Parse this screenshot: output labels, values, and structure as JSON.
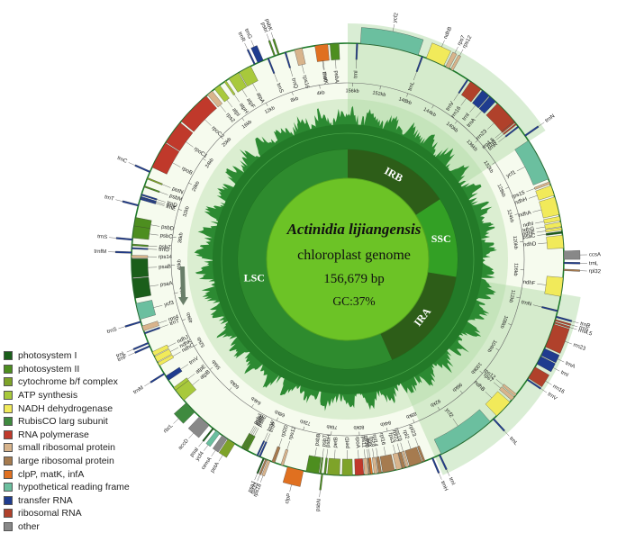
{
  "genome": {
    "species": "Actinidia lijiangensis",
    "description": "chloroplast genome",
    "length": "156,679 bp",
    "gc": "GC:37%",
    "total_bp": 156679
  },
  "regions": [
    {
      "label": "LSC",
      "start": 0,
      "end": 88700,
      "color": "#2e8b2e"
    },
    {
      "label": "IRA",
      "start": 88700,
      "end": 113500,
      "color": "#2d5d18"
    },
    {
      "label": "SSC",
      "start": 113500,
      "end": 131900,
      "color": "#33a025"
    },
    {
      "label": "IRB",
      "start": 131900,
      "end": 156679,
      "color": "#2d5d18"
    }
  ],
  "ticks": [
    "4kb",
    "8kb",
    "12kb",
    "16kb",
    "20kb",
    "24kb",
    "28kb",
    "32kb",
    "36kb",
    "40kb",
    "44kb",
    "48kb",
    "52kb",
    "56kb",
    "60kb",
    "64kb",
    "68kb",
    "72kb",
    "76kb",
    "80kb",
    "84kb",
    "88kb",
    "92kb",
    "96kb",
    "100kb",
    "104kb",
    "108kb",
    "112kb",
    "116kb",
    "120kb",
    "124kb",
    "128kb",
    "132kb",
    "136kb",
    "140kb",
    "144kb",
    "148kb",
    "152kb",
    "156kb"
  ],
  "legend": [
    {
      "label": "photosystem I",
      "color": "#1a5e1a"
    },
    {
      "label": "photosystem II",
      "color": "#4d8e1f"
    },
    {
      "label": "cytochrome b/f complex",
      "color": "#7ea329"
    },
    {
      "label": "ATP synthesis",
      "color": "#a8c93b"
    },
    {
      "label": "NADH dehydrogenase",
      "color": "#f1ea5a"
    },
    {
      "label": "RubisCO larg subunit",
      "color": "#3f8a3f"
    },
    {
      "label": "RNA polymerase",
      "color": "#c0392b"
    },
    {
      "label": "small ribosomal protein",
      "color": "#d8b48c"
    },
    {
      "label": "large ribosomal protein",
      "color": "#a67b4f"
    },
    {
      "label": "clpP, matK, infA",
      "color": "#e07020"
    },
    {
      "label": "hypothetical reading frame",
      "color": "#6bbf9f"
    },
    {
      "label": "transfer RNA",
      "color": "#1f3c8f"
    },
    {
      "label": "ribosomal RNA",
      "color": "#b0412b"
    },
    {
      "label": "other",
      "color": "#888888"
    }
  ],
  "genes": [
    {
      "name": "psbA",
      "pos": 1000,
      "len": 1050,
      "cat": 1,
      "out": false
    },
    {
      "name": "trnK",
      "pos": 3000,
      "len": 300,
      "cat": 11,
      "out": false
    },
    {
      "name": "matK",
      "pos": 2300,
      "len": 1500,
      "cat": 9,
      "out": false
    },
    {
      "name": "rps16",
      "pos": 5300,
      "len": 900,
      "cat": 7,
      "out": false
    },
    {
      "name": "trnQ",
      "pos": 7200,
      "len": 80,
      "cat": 11,
      "out": false
    },
    {
      "name": "psbK",
      "pos": 8000,
      "len": 200,
      "cat": 1,
      "out": true
    },
    {
      "name": "psbI",
      "pos": 8500,
      "len": 150,
      "cat": 1,
      "out": true
    },
    {
      "name": "trnS",
      "pos": 9300,
      "len": 90,
      "cat": 11,
      "out": false
    },
    {
      "name": "trnG",
      "pos": 10000,
      "len": 700,
      "cat": 11,
      "out": true
    },
    {
      "name": "trnR",
      "pos": 11000,
      "len": 80,
      "cat": 11,
      "out": true
    },
    {
      "name": "atpA",
      "pos": 11600,
      "len": 1500,
      "cat": 3,
      "out": false
    },
    {
      "name": "atpF",
      "pos": 13200,
      "len": 1300,
      "cat": 3,
      "out": false
    },
    {
      "name": "atpH",
      "pos": 14900,
      "len": 250,
      "cat": 3,
      "out": false
    },
    {
      "name": "atpI",
      "pos": 15800,
      "len": 750,
      "cat": 3,
      "out": false
    },
    {
      "name": "rps2",
      "pos": 16900,
      "len": 700,
      "cat": 7,
      "out": false
    },
    {
      "name": "rpoC2",
      "pos": 17800,
      "len": 4100,
      "cat": 6,
      "out": false
    },
    {
      "name": "rpoC1",
      "pos": 22100,
      "len": 2800,
      "cat": 6,
      "out": false
    },
    {
      "name": "rpoB",
      "pos": 25000,
      "len": 3200,
      "cat": 6,
      "out": false
    },
    {
      "name": "trnC",
      "pos": 28700,
      "len": 80,
      "cat": 11,
      "out": true
    },
    {
      "name": "petN",
      "pos": 29500,
      "len": 100,
      "cat": 2,
      "out": false
    },
    {
      "name": "psbM",
      "pos": 30500,
      "len": 120,
      "cat": 1,
      "out": false
    },
    {
      "name": "trnD",
      "pos": 31500,
      "len": 80,
      "cat": 11,
      "out": false
    },
    {
      "name": "trnY",
      "pos": 31800,
      "len": 80,
      "cat": 11,
      "out": false
    },
    {
      "name": "trnE",
      "pos": 32000,
      "len": 80,
      "cat": 11,
      "out": false
    },
    {
      "name": "trnT",
      "pos": 32800,
      "len": 80,
      "cat": 11,
      "out": true
    },
    {
      "name": "psbD",
      "pos": 34300,
      "len": 1100,
      "cat": 1,
      "out": false
    },
    {
      "name": "psbC",
      "pos": 35300,
      "len": 1400,
      "cat": 1,
      "out": false
    },
    {
      "name": "trnS",
      "pos": 36800,
      "len": 90,
      "cat": 11,
      "out": true
    },
    {
      "name": "psbZ",
      "pos": 37400,
      "len": 200,
      "cat": 1,
      "out": false
    },
    {
      "name": "trnG",
      "pos": 37800,
      "len": 80,
      "cat": 11,
      "out": false
    },
    {
      "name": "trnfM",
      "pos": 38300,
      "len": 80,
      "cat": 11,
      "out": true
    },
    {
      "name": "rps14",
      "pos": 38700,
      "len": 300,
      "cat": 7,
      "out": false
    },
    {
      "name": "psaB",
      "pos": 39100,
      "len": 2200,
      "cat": 0,
      "out": false
    },
    {
      "name": "psaA",
      "pos": 41400,
      "len": 2300,
      "cat": 0,
      "out": false
    },
    {
      "name": "ycf3",
      "pos": 44300,
      "len": 1900,
      "cat": 10,
      "out": false
    },
    {
      "name": "trnS",
      "pos": 46400,
      "len": 90,
      "cat": 11,
      "out": true
    },
    {
      "name": "rps4",
      "pos": 47000,
      "len": 600,
      "cat": 7,
      "out": false
    },
    {
      "name": "trnT",
      "pos": 47800,
      "len": 80,
      "cat": 11,
      "out": false
    },
    {
      "name": "trnL",
      "pos": 49000,
      "len": 80,
      "cat": 11,
      "out": true
    },
    {
      "name": "trnF",
      "pos": 49400,
      "len": 80,
      "cat": 11,
      "out": true
    },
    {
      "name": "ndhJ",
      "pos": 50200,
      "len": 500,
      "cat": 4,
      "out": false
    },
    {
      "name": "ndhK",
      "pos": 50800,
      "len": 700,
      "cat": 4,
      "out": false
    },
    {
      "name": "ndhC",
      "pos": 51600,
      "len": 400,
      "cat": 4,
      "out": false
    },
    {
      "name": "trnM",
      "pos": 53000,
      "len": 80,
      "cat": 11,
      "out": true
    },
    {
      "name": "trnV",
      "pos": 53400,
      "len": 600,
      "cat": 11,
      "out": false
    },
    {
      "name": "atpE",
      "pos": 55000,
      "len": 400,
      "cat": 3,
      "out": false
    },
    {
      "name": "atpB",
      "pos": 55400,
      "len": 1500,
      "cat": 3,
      "out": false
    },
    {
      "name": "rbcL",
      "pos": 57300,
      "len": 1450,
      "cat": 5,
      "out": true
    },
    {
      "name": "accD",
      "pos": 59500,
      "len": 1500,
      "cat": 13,
      "out": true
    },
    {
      "name": "psaI",
      "pos": 61500,
      "len": 120,
      "cat": 0,
      "out": true
    },
    {
      "name": "ycf4",
      "pos": 62000,
      "len": 550,
      "cat": 10,
      "out": true
    },
    {
      "name": "cemA",
      "pos": 62900,
      "len": 700,
      "cat": 13,
      "out": true
    },
    {
      "name": "petA",
      "pos": 63700,
      "len": 960,
      "cat": 2,
      "out": true
    },
    {
      "name": "psbJ",
      "pos": 65500,
      "len": 120,
      "cat": 1,
      "out": false
    },
    {
      "name": "psbL",
      "pos": 65700,
      "len": 120,
      "cat": 1,
      "out": false
    },
    {
      "name": "psbF",
      "pos": 65900,
      "len": 120,
      "cat": 1,
      "out": false
    },
    {
      "name": "psbE",
      "pos": 66100,
      "len": 250,
      "cat": 1,
      "out": false
    },
    {
      "name": "trnW",
      "pos": 67500,
      "len": 80,
      "cat": 11,
      "out": false
    },
    {
      "name": "trnP",
      "pos": 67800,
      "len": 80,
      "cat": 11,
      "out": false
    },
    {
      "name": "psaJ",
      "pos": 68300,
      "len": 130,
      "cat": 0,
      "out": true
    },
    {
      "name": "rpl33",
      "pos": 68600,
      "len": 200,
      "cat": 8,
      "out": true
    },
    {
      "name": "rps18",
      "pos": 68900,
      "len": 300,
      "cat": 7,
      "out": true
    },
    {
      "name": "rpl20",
      "pos": 69400,
      "len": 360,
      "cat": 8,
      "out": false
    },
    {
      "name": "rps12",
      "pos": 70500,
      "len": 300,
      "cat": 7,
      "out": false
    },
    {
      "name": "clpP",
      "pos": 71300,
      "len": 1900,
      "cat": 9,
      "out": true
    },
    {
      "name": "psbB",
      "pos": 73500,
      "len": 1500,
      "cat": 1,
      "out": false
    },
    {
      "name": "psbT",
      "pos": 75100,
      "len": 100,
      "cat": 1,
      "out": false
    },
    {
      "name": "psbN",
      "pos": 75300,
      "len": 130,
      "cat": 1,
      "out": true
    },
    {
      "name": "psbH",
      "pos": 75600,
      "len": 220,
      "cat": 1,
      "out": false
    },
    {
      "name": "petB",
      "pos": 76000,
      "len": 1400,
      "cat": 2,
      "out": false
    },
    {
      "name": "petD",
      "pos": 77700,
      "len": 1200,
      "cat": 2,
      "out": false
    },
    {
      "name": "rpoA",
      "pos": 79200,
      "len": 1000,
      "cat": 6,
      "out": false
    },
    {
      "name": "rps11",
      "pos": 80300,
      "len": 420,
      "cat": 7,
      "out": false
    },
    {
      "name": "rpl36",
      "pos": 80800,
      "len": 120,
      "cat": 8,
      "out": false
    },
    {
      "name": "infA",
      "pos": 81000,
      "len": 230,
      "cat": 9,
      "out": false
    },
    {
      "name": "rps8",
      "pos": 81400,
      "len": 400,
      "cat": 7,
      "out": false
    },
    {
      "name": "rpl14",
      "pos": 81900,
      "len": 370,
      "cat": 8,
      "out": false
    },
    {
      "name": "rpl16",
      "pos": 82400,
      "len": 1400,
      "cat": 8,
      "out": false
    },
    {
      "name": "rps3",
      "pos": 84000,
      "len": 650,
      "cat": 7,
      "out": false
    },
    {
      "name": "rpl22",
      "pos": 84700,
      "len": 400,
      "cat": 8,
      "out": false
    },
    {
      "name": "rps19",
      "pos": 85200,
      "len": 280,
      "cat": 7,
      "out": false
    },
    {
      "name": "rpl2",
      "pos": 85600,
      "len": 1500,
      "cat": 8,
      "out": false
    },
    {
      "name": "rpl23",
      "pos": 87200,
      "len": 280,
      "cat": 8,
      "out": false
    },
    {
      "name": "trnH",
      "pos": 88300,
      "len": 80,
      "cat": 11,
      "out": true
    },
    {
      "name": "trnI",
      "pos": 89200,
      "len": 80,
      "cat": 11,
      "out": true
    },
    {
      "name": "ycf2",
      "pos": 89500,
      "len": 6800,
      "cat": 10,
      "out": false
    },
    {
      "name": "trnL",
      "pos": 96700,
      "len": 80,
      "cat": 11,
      "out": true
    },
    {
      "name": "ndhB",
      "pos": 97300,
      "len": 2200,
      "cat": 4,
      "out": false
    },
    {
      "name": "rps7",
      "pos": 99800,
      "len": 470,
      "cat": 7,
      "out": false
    },
    {
      "name": "rps12",
      "pos": 100400,
      "len": 300,
      "cat": 7,
      "out": false
    },
    {
      "name": "trnV",
      "pos": 102700,
      "len": 80,
      "cat": 11,
      "out": true
    },
    {
      "name": "rrn16",
      "pos": 103000,
      "len": 1500,
      "cat": 12,
      "out": true
    },
    {
      "name": "trnI",
      "pos": 104900,
      "len": 1000,
      "cat": 11,
      "out": true
    },
    {
      "name": "trnA",
      "pos": 106000,
      "len": 900,
      "cat": 11,
      "out": true
    },
    {
      "name": "rrn23",
      "pos": 107100,
      "len": 2800,
      "cat": 12,
      "out": true
    },
    {
      "name": "rrn4.5",
      "pos": 110000,
      "len": 100,
      "cat": 12,
      "out": true
    },
    {
      "name": "rrn5",
      "pos": 110300,
      "len": 120,
      "cat": 12,
      "out": true
    },
    {
      "name": "trnR",
      "pos": 110700,
      "len": 80,
      "cat": 11,
      "out": true
    },
    {
      "name": "trnN",
      "pos": 111400,
      "len": 80,
      "cat": 11,
      "out": false
    },
    {
      "name": "ndhF",
      "pos": 113200,
      "len": 2200,
      "cat": 4,
      "out": false
    },
    {
      "name": "rpl32",
      "pos": 116200,
      "len": 170,
      "cat": 8,
      "out": true
    },
    {
      "name": "trnL",
      "pos": 117000,
      "len": 80,
      "cat": 11,
      "out": true
    },
    {
      "name": "ccsA",
      "pos": 117500,
      "len": 960,
      "cat": 13,
      "out": true
    },
    {
      "name": "ndhD",
      "pos": 118800,
      "len": 1500,
      "cat": 4,
      "out": false
    },
    {
      "name": "psaC",
      "pos": 120500,
      "len": 250,
      "cat": 0,
      "out": false
    },
    {
      "name": "ndhE",
      "pos": 120900,
      "len": 300,
      "cat": 4,
      "out": false
    },
    {
      "name": "ndhG",
      "pos": 121300,
      "len": 530,
      "cat": 4,
      "out": false
    },
    {
      "name": "ndhI",
      "pos": 122000,
      "len": 500,
      "cat": 4,
      "out": false
    },
    {
      "name": "ndhA",
      "pos": 122700,
      "len": 2100,
      "cat": 4,
      "out": false
    },
    {
      "name": "ndhH",
      "pos": 125000,
      "len": 1200,
      "cat": 4,
      "out": false
    },
    {
      "name": "rps15",
      "pos": 126400,
      "len": 270,
      "cat": 7,
      "out": false
    },
    {
      "name": "ycf1",
      "pos": 127000,
      "len": 5000,
      "cat": 10,
      "out": false
    },
    {
      "name": "trnN",
      "pos": 132600,
      "len": 80,
      "cat": 11,
      "out": true
    },
    {
      "name": "trnR",
      "pos": 133900,
      "len": 80,
      "cat": 11,
      "out": false
    },
    {
      "name": "rrn5",
      "pos": 134300,
      "len": 120,
      "cat": 12,
      "out": false
    },
    {
      "name": "rrn4.5",
      "pos": 134600,
      "len": 100,
      "cat": 12,
      "out": false
    },
    {
      "name": "rrn23",
      "pos": 134800,
      "len": 2800,
      "cat": 12,
      "out": false
    },
    {
      "name": "trnA",
      "pos": 137900,
      "len": 900,
      "cat": 11,
      "out": false
    },
    {
      "name": "trnI",
      "pos": 138900,
      "len": 1000,
      "cat": 11,
      "out": false
    },
    {
      "name": "rrn16",
      "pos": 140100,
      "len": 1500,
      "cat": 12,
      "out": false
    },
    {
      "name": "trnV",
      "pos": 141900,
      "len": 80,
      "cat": 11,
      "out": false
    },
    {
      "name": "rps12",
      "pos": 144000,
      "len": 300,
      "cat": 7,
      "out": true
    },
    {
      "name": "rps7",
      "pos": 144500,
      "len": 470,
      "cat": 7,
      "out": true
    },
    {
      "name": "ndhB",
      "pos": 145200,
      "len": 2200,
      "cat": 4,
      "out": true
    },
    {
      "name": "trnL",
      "pos": 147800,
      "len": 80,
      "cat": 11,
      "out": false
    },
    {
      "name": "ycf2",
      "pos": 148400,
      "len": 6800,
      "cat": 10,
      "out": true
    },
    {
      "name": "trnI",
      "pos": 155500,
      "len": 80,
      "cat": 11,
      "out": false
    }
  ]
}
